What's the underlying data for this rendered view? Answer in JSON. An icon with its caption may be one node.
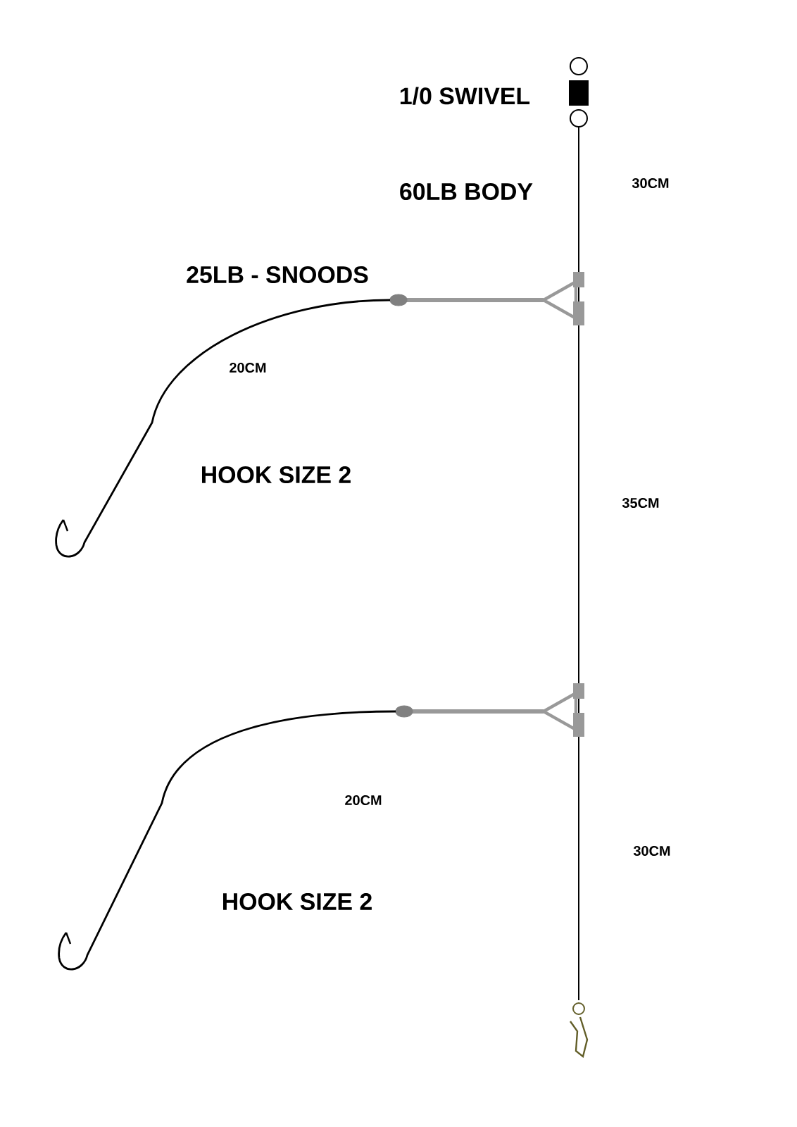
{
  "diagram": {
    "labels": [
      "1/0 SWIVEL",
      "30CM",
      "60LB BODY",
      "25LB - SNOODS",
      "20CM",
      "HOOK SIZE 2",
      "35CM",
      "20CM",
      "30CM",
      "HOOK SIZE 2"
    ]
  }
}
